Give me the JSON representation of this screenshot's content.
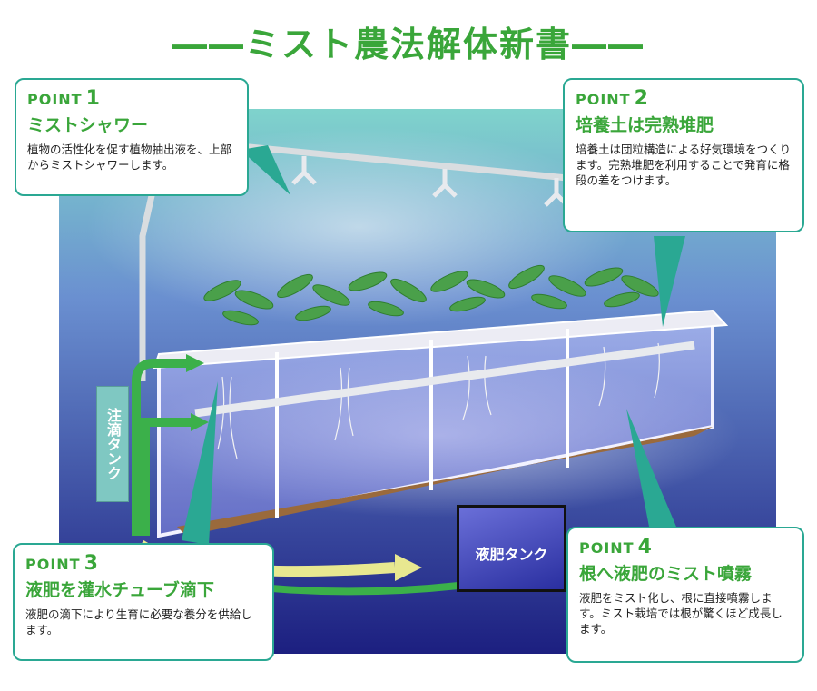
{
  "title": "――ミスト農法解体新書――",
  "points": [
    {
      "label": "POINT",
      "num": "1",
      "heading": "ミストシャワー",
      "body": "植物の活性化を促す植物抽出液を、上部からミストシャワーします。"
    },
    {
      "label": "POINT",
      "num": "2",
      "heading": "培養土は完熟堆肥",
      "body": "培養土は団粒構造による好気環境をつくります。完熟堆肥を利用することで発育に格段の差をつけます。"
    },
    {
      "label": "POINT",
      "num": "3",
      "heading": "液肥を灌水チューブ滴下",
      "body": "液肥の滴下により生育に必要な養分を供給します。"
    },
    {
      "label": "POINT",
      "num": "4",
      "heading": "根へ液肥のミスト噴霧",
      "body": "液肥をミスト化し、根に直接噴霧します。ミスト栽培では根が驚くほど成長します。"
    }
  ],
  "tanks": {
    "drip_tank": "注滴タンク",
    "fertilizer_tank": "液肥タンク"
  },
  "colors": {
    "accent_green": "#3aa63a",
    "border_teal": "#2aa893",
    "background_blue": "#2a2fa0"
  }
}
